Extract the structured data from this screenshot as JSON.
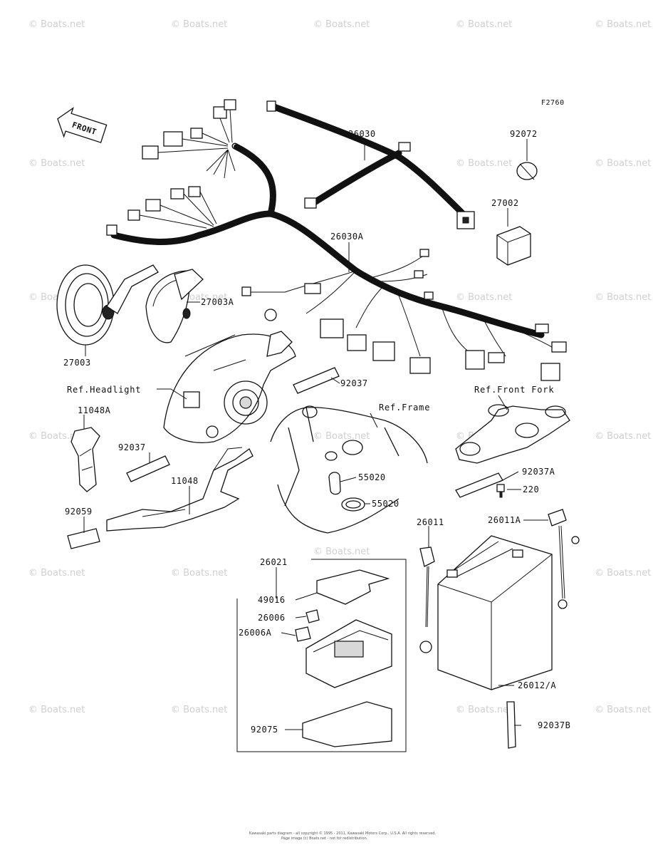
{
  "figure_code": "F2760",
  "front_label": "FRONT",
  "watermark": "© Boats.net",
  "callouts": {
    "p26030": "26030",
    "p92072": "92072",
    "p27002": "27002",
    "p26030A": "26030A",
    "p27003A": "27003A",
    "p27003": "27003",
    "p92037_top": "92037",
    "p11048A": "11048A",
    "p92037_left": "92037",
    "p11048": "11048",
    "p92059": "92059",
    "p55020_a": "55020",
    "p55020_b": "55020",
    "p92037A": "92037A",
    "p220": "220",
    "p26011": "26011",
    "p26011A": "26011A",
    "p26021": "26021",
    "p49016": "49016",
    "p26006": "26006",
    "p26006A": "26006A",
    "p92075": "92075",
    "p26012A": "26012/A",
    "p92037B": "92037B"
  },
  "references": {
    "headlight": "Ref.Headlight",
    "frame": "Ref.Frame",
    "front_fork": "Ref.Front Fork"
  },
  "footer": {
    "line1": "Kawasaki parts diagram - all copyright © 1995 - 2011, Kawasaki Motors Corp., U.S.A. All rights reserved.",
    "line2": "Page image (c) Boats.net - not for redistribution."
  }
}
